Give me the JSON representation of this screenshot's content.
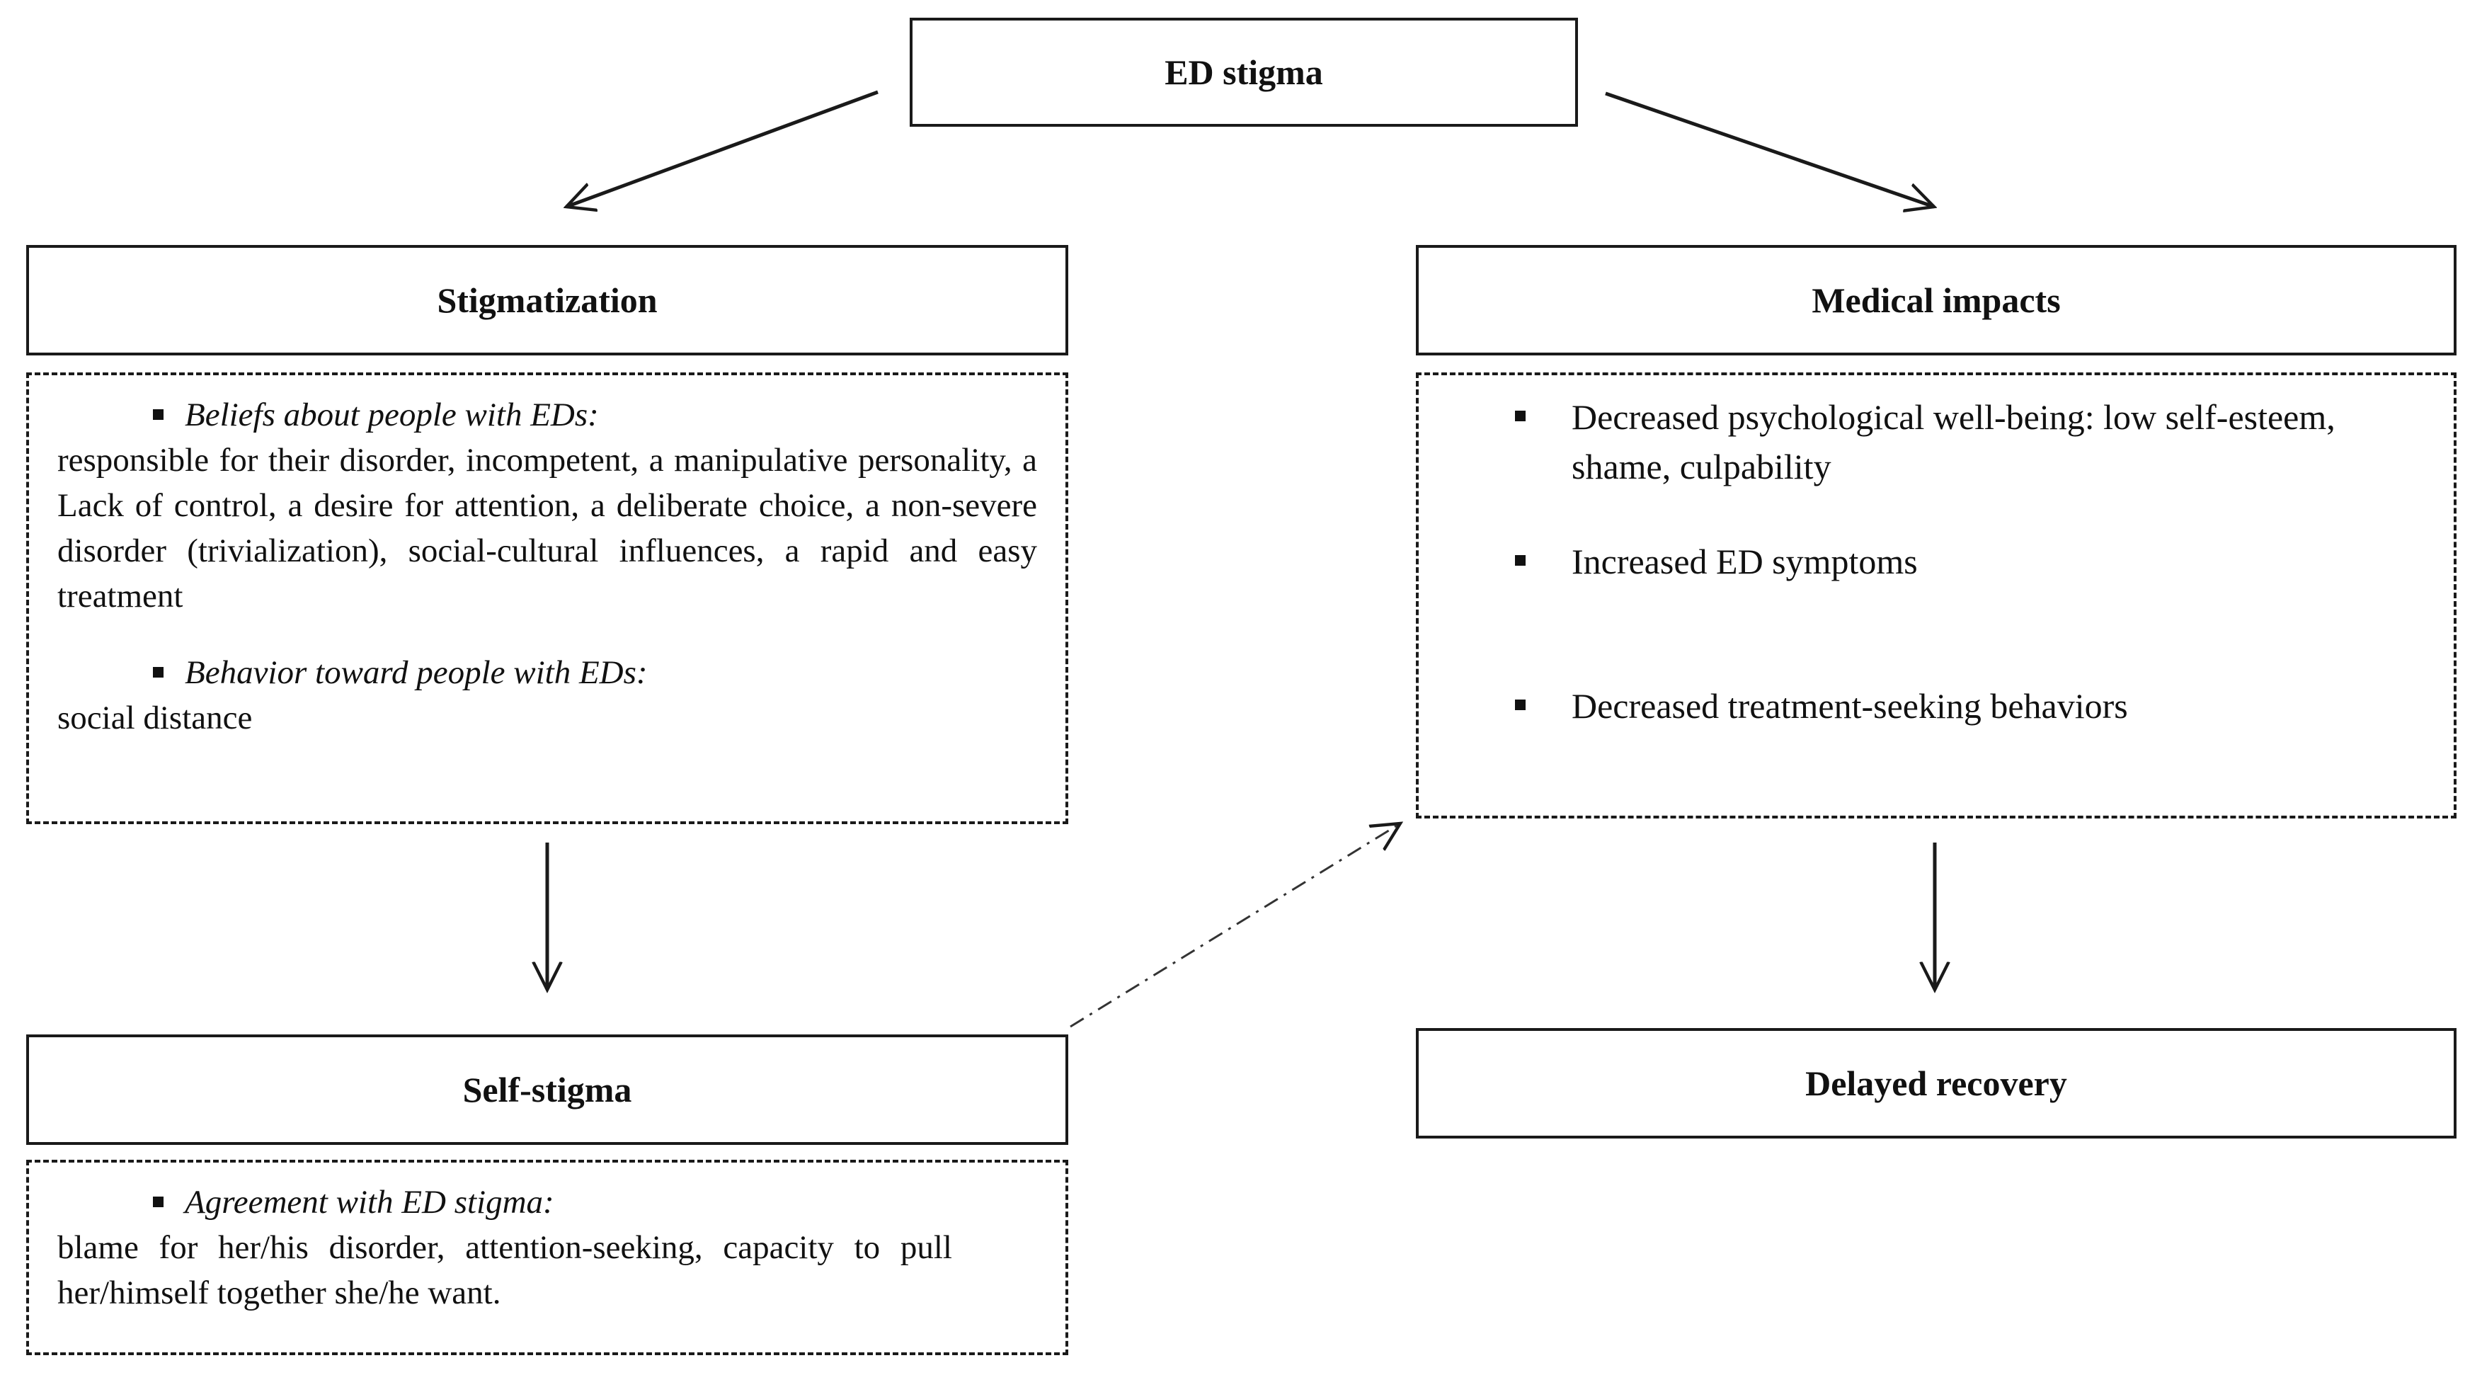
{
  "nodes": {
    "top": {
      "label": "ED stigma"
    },
    "stigmatization": {
      "label": "Stigmatization"
    },
    "medical": {
      "label": "Medical impacts"
    },
    "self_stigma": {
      "label": "Self-stigma"
    },
    "delayed": {
      "label": "Delayed recovery"
    }
  },
  "stigmatization_detail": {
    "beliefs_heading": "Beliefs about people with EDs:",
    "beliefs_text": "responsible for their disorder, incompetent, a manipulative personality, a Lack of control, a desire for attention, a deliberate choice, a non-severe disorder (trivialization), social-cultural influences, a rapid and easy treatment",
    "behavior_heading": "Behavior toward people with EDs:",
    "behavior_text": "social distance"
  },
  "medical_detail": {
    "items": [
      "Decreased psychological well-being: low self-esteem, shame, culpability",
      "Increased ED symptoms",
      "Decreased treatment-seeking behaviors"
    ]
  },
  "self_stigma_detail": {
    "heading": "Agreement with ED stigma:",
    "text": "blame for her/his disorder, attention-seeking, capacity to pull her/himself together she/he want."
  }
}
